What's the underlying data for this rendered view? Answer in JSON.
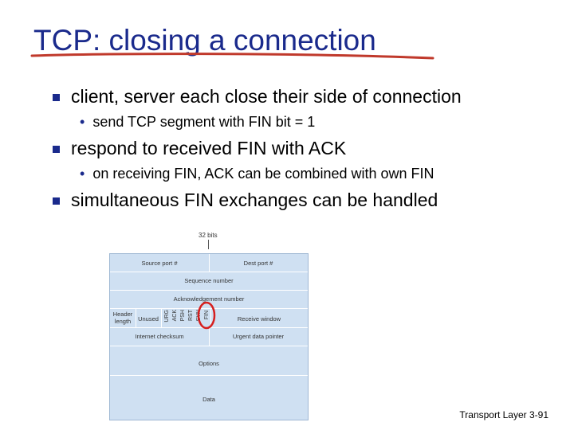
{
  "slide": {
    "title": "TCP: closing a connection",
    "bullets": [
      {
        "text": "client, server each close their side of connection",
        "sub": "send TCP segment with FIN bit = 1"
      },
      {
        "text": "respond to received FIN with ACK",
        "sub": "on receiving FIN, ACK can be combined with own FIN"
      },
      {
        "text": "simultaneous FIN exchanges can be handled",
        "sub": ""
      }
    ],
    "footer": "Transport Layer 3-91"
  },
  "segment": {
    "bits_label": "32 bits",
    "source_port": "Source port #",
    "dest_port": "Dest port #",
    "sequence": "Sequence number",
    "ack": "Acknowledgement number",
    "header_length": "Header length",
    "unused": "Unused",
    "flags": [
      "URG",
      "ACK",
      "PSH",
      "RST",
      "SYN",
      "FIN"
    ],
    "receive_window": "Receive window",
    "checksum": "Internet checksum",
    "urgent": "Urgent data pointer",
    "options": "Options",
    "data": "Data"
  },
  "colors": {
    "title": "#1a2a8c",
    "underline": "#c0392b",
    "header_fill": "#cfe0f2",
    "highlight": "#d61f1f"
  }
}
